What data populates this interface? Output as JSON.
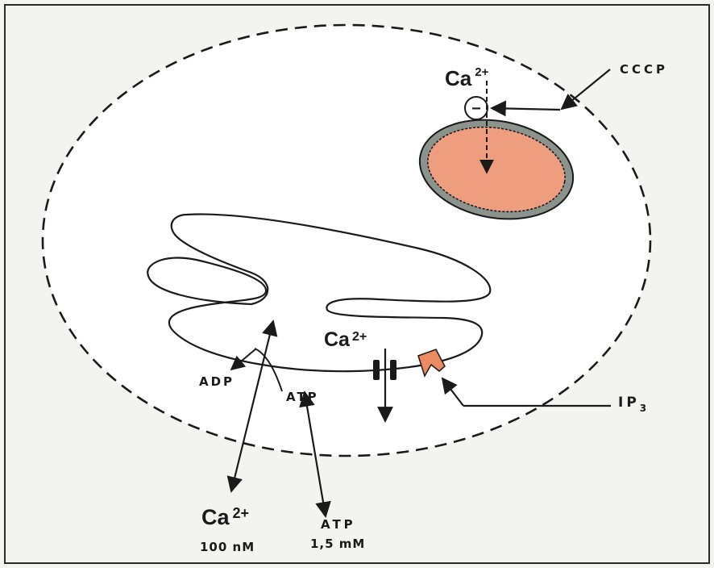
{
  "colors": {
    "background": "#f3f3f0",
    "frame": "#2b2b2b",
    "stroke": "#1a1a1a",
    "mitochondrion_fill": "#ee9d7f",
    "mitochondrion_membrane": "#8c938c",
    "ip3_receptor_fill": "#ec8a62"
  },
  "labels": {
    "ca_top": "Ca",
    "ca_top_charge": "2+",
    "cccp": "CCCP",
    "inhibit_symbol": "−",
    "ca_channel": "Ca",
    "ca_channel_charge": "2+",
    "adp": "ADP",
    "atp_inner": "ATP",
    "ip3": "IP",
    "ip3_sub": "3",
    "ca_bottom": "Ca",
    "ca_bottom_charge": "2+",
    "ca_concentration": "100 nM",
    "atp_bottom": "ATP",
    "atp_concentration": "1,5 mM"
  }
}
